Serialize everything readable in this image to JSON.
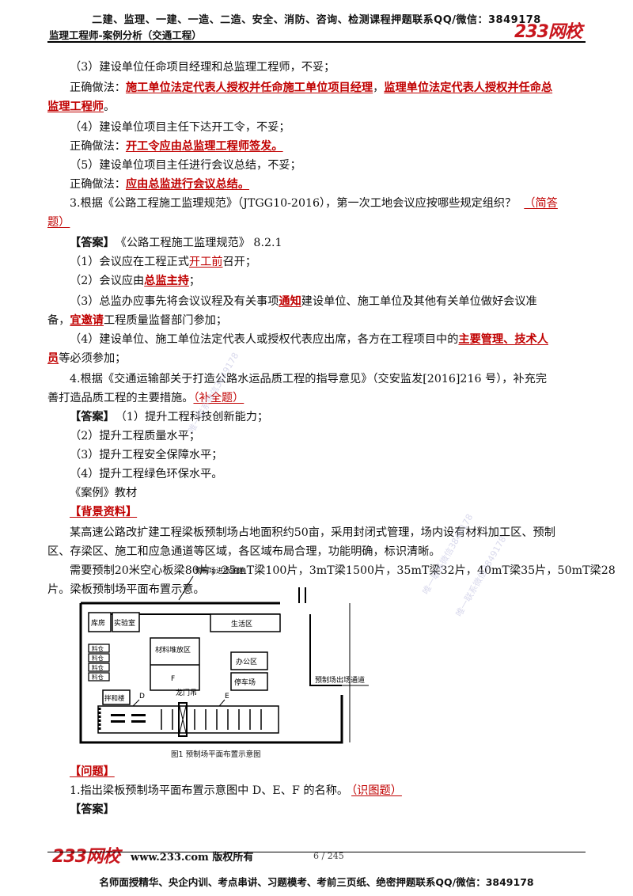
{
  "header": {
    "line1": "二建、监理、一建、一造、二造、安全、消防、咨询、检测课程押题联系QQ/微信：3849178",
    "line2": "监理工程师-案例分析（交通工程）",
    "logo": "233网校"
  },
  "body": {
    "l1": "（3）建设单位任命项目经理和总监理工程师，不妥；",
    "l2a": "正确做法：",
    "l2b": "施工单位法定代表人授权并任命施工单位项目经理",
    "l2c": "，",
    "l2d": "监理单位法定代表人授权并任命总",
    "l3": "监理工程师",
    "l3b": "。",
    "l4": "（4）建设单位项目主任下达开工令，不妥；",
    "l5a": "正确做法：",
    "l5b": "开工令应由总监理工程师签发。",
    "l6": "（5）建设单位项目主任进行会议总结，不妥；",
    "l7a": "正确做法：",
    "l7b": "应由总监进行会议总结。",
    "l8a": "3.根据《公路工程施工监理规范》（JTGG10-2016），第一次工地会议应按哪些规定组织？",
    "l8b": "（简答",
    "l9": "题）",
    "l10a": "【答案】",
    "l10b": "《公路工程施工监理规范》 8.2.1",
    "l11a": "（1）会议应在工程正式",
    "l11b": "开工前",
    "l11c": "召开；",
    "l12a": "（2）会议应由",
    "l12b": "总监主持",
    "l12c": "；",
    "l13a": "（3）总监办应事先将会议议程及有关事项",
    "l13b": "通知",
    "l13c": "建设单位、施工单位及其他有关单位做好会议准",
    "l14a": "备，",
    "l14b": "宜邀请",
    "l14c": "工程质量监督部门参加；",
    "l15a": "（4）建设单位、施工单位法定代表人或授权代表应出席，各方在工程项目中的",
    "l15b": "主要管理、技术人",
    "l16a": "员",
    "l16b": "等必须参加；",
    "l17": "4.根据《交通运输部关于打造公路水运品质工程的指导意见》（交安监发[2016]216 号），补充完",
    "l18a": "善打造品质工程的主要措施。",
    "l18b": "（补全题）",
    "l19a": "【答案】",
    "l19b": "（1）提升工程科技创新能力；",
    "l20": "（2）提升工程质量水平；",
    "l21": "（3）提升工程安全保障水平；",
    "l22": "（4）提升工程绿色环保水平。",
    "l23": "《案例》教材",
    "l24": "【背景资料】",
    "l25": "某高速公路改扩建工程梁板预制场占地面积约50亩，采用封闭式管理，场内设有材料加工区、预制",
    "l26": "区、存梁区、施工和应急通道等区域，各区域布局合理，功能明确，标识清晰。",
    "l27": "需要预制20米空心板梁80片，25mT梁100片，3mT梁1500片，35mT梁32片，40mT梁35片，50mT梁28",
    "l28": "片。梁板预制场平面布置示意。",
    "l29": "【问题】",
    "l30a": "1.指出梁板预制场平面布置示意图中 D、E、F 的名称。",
    "l30b": "（识图题）",
    "l31": "【答案】"
  },
  "figure": {
    "entrance": "预制场进场通道",
    "exit": "预制场出场通道",
    "warehouse": "库房",
    "lab": "实验室",
    "living": "生活区",
    "material": "材料堆放区",
    "office": "办公区",
    "parking": "停车场",
    "liaocang": [
      "料仓",
      "料仓",
      "料仓",
      "料仓"
    ],
    "mixer": "拌和楼",
    "gantry": "龙门吊",
    "label_d": "D",
    "label_e": "E",
    "label_f": "F",
    "caption": "图1  预制场平面布置示意图"
  },
  "watermarks": [
    "唯一联系微信3849178",
    "唯一联系微信3849178",
    "唯一联系微信3849178"
  ],
  "footer": {
    "logo": "233网校",
    "site": "www.233.com 版权所有",
    "page": "6 / 245",
    "bottom": "名师面授精华、央企内训、考点串讲、习题模考、考前三页纸、绝密押题联系QQ/微信：3849178"
  }
}
